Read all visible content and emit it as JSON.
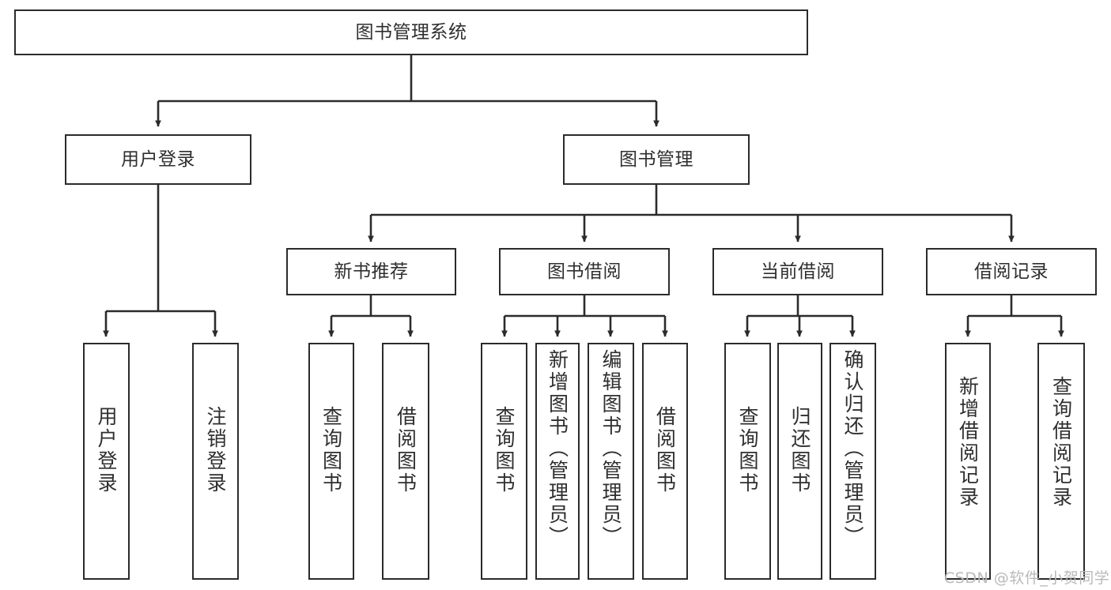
{
  "diagram": {
    "title_node": {
      "label": "图书管理系统"
    },
    "level2": [
      {
        "id": "user-login",
        "label": "用户登录"
      },
      {
        "id": "book-management",
        "label": "图书管理"
      }
    ],
    "level3": [
      {
        "id": "new-book-recommend",
        "label": "新书推荐"
      },
      {
        "id": "book-borrow",
        "label": "图书借阅"
      },
      {
        "id": "current-borrow",
        "label": "当前借阅"
      },
      {
        "id": "borrow-record",
        "label": "借阅记录"
      }
    ],
    "leaves": [
      {
        "id": "leaf-user-login",
        "label": "用户登录"
      },
      {
        "id": "leaf-logout-login",
        "label": "注销登录"
      },
      {
        "id": "leaf-query-book-1",
        "label": "查询图书"
      },
      {
        "id": "leaf-borrow-book-1",
        "label": "借阅图书"
      },
      {
        "id": "leaf-query-book-2",
        "label": "查询图书"
      },
      {
        "id": "leaf-add-book",
        "label": "新增图书（管理员）"
      },
      {
        "id": "leaf-edit-book",
        "label": "编辑图书（管理员）"
      },
      {
        "id": "leaf-borrow-book-2",
        "label": "借阅图书"
      },
      {
        "id": "leaf-query-book-3",
        "label": "查询图书"
      },
      {
        "id": "leaf-return-book",
        "label": "归还图书"
      },
      {
        "id": "leaf-confirm-return",
        "label": "确认归还（管理员）"
      },
      {
        "id": "leaf-add-record",
        "label": "新增借阅记录"
      },
      {
        "id": "leaf-query-record",
        "label": "查询借阅记录"
      }
    ]
  },
  "watermark": {
    "text": "CSDN @软件_小贺同学"
  },
  "colors": {
    "stroke": "#2b2b2b",
    "text": "#2f2f2f",
    "background": "#ffffff",
    "watermark": "#b9b9b9"
  }
}
